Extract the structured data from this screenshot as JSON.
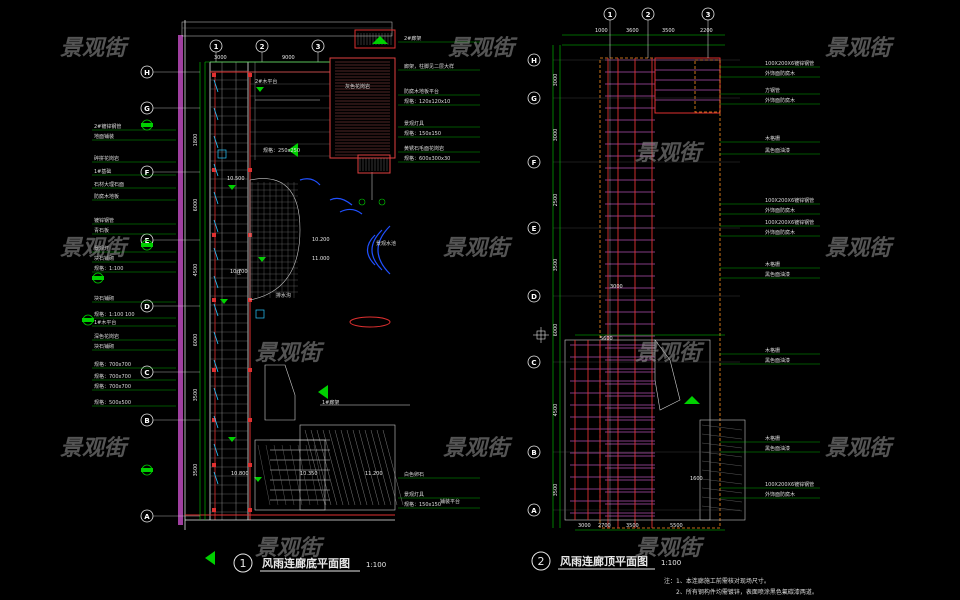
{
  "watermark": "景观街",
  "plans": [
    {
      "number": "1",
      "title": "风雨连廊底平面图",
      "scale": "1:100",
      "col_axes": [
        "1",
        "2",
        "3"
      ],
      "row_axes": [
        "A",
        "B",
        "C",
        "D",
        "E",
        "F",
        "G",
        "H"
      ],
      "dims": [
        "3000",
        "9000",
        "3500",
        "3500",
        "6000",
        "4500",
        "6000",
        "1800"
      ],
      "labels": [
        "2#镀锌钢管",
        "地面铺装",
        "碎拼花岗岩",
        "1#基础",
        "石材大理石面",
        "防腐木地板",
        "镀锌钢管",
        "青石板",
        "景观灯",
        "块石铺砌",
        "规格：1:100",
        "块石铺砌",
        "规格：1:100 100",
        "1#木平台",
        "深色花岗岩",
        "块石铺砌",
        "规格：700x700",
        "规格：700x700",
        "规格：700x700",
        "规格：500x500"
      ],
      "annotations": [
        "2#木平台",
        "规格：250x250",
        "排水沟",
        "柱",
        "灰色花岗岩",
        "1#廊架",
        "景观水池",
        "铺装平台"
      ],
      "levels": [
        "10.500",
        "10.200",
        "11.000",
        "10.700",
        "10.800",
        "10.350",
        "11.200"
      ],
      "right_labels": [
        "2#廊架",
        "廊架，柱脚见二层大样",
        "防腐木地板平台",
        "规格：120x120x10",
        "景观灯具",
        "规格：150x150",
        "黄锈石毛面花岗岩",
        "规格：600x300x30",
        "景观灯具",
        "规格：150x150",
        "白色卵石"
      ]
    },
    {
      "number": "2",
      "title": "风雨连廊顶平面图",
      "scale": "1:100",
      "col_axes": [
        "1",
        "2",
        "3"
      ],
      "row_axes": [
        "A",
        "B",
        "C",
        "D",
        "E",
        "F",
        "G",
        "H"
      ],
      "top_dims": [
        "1000",
        "3600",
        "3500",
        "2200"
      ],
      "left_dims": [
        "3500",
        "4500",
        "6000",
        "3500",
        "2500",
        "3000",
        "3000",
        "3500"
      ],
      "mid_dims": [
        "3000",
        "5600",
        "1600"
      ],
      "right_labels": [
        "100X200X6镀锌钢管",
        "外饰面防腐木",
        "方钢管",
        "外饰面防腐木",
        "木格栅",
        "黑色面油漆",
        "100X200X6镀锌钢管",
        "外饰面防腐木",
        "100X200X6镀锌钢管",
        "外饰面防腐木",
        "木格栅",
        "黑色面油漆",
        "木格栅",
        "黑色面油漆",
        "木格栅",
        "黑色面油漆",
        "100X200X6镀锌钢管",
        "外饰面防腐木"
      ],
      "bottom_dims": [
        "3000",
        "2700",
        "3500",
        "5500"
      ]
    }
  ],
  "notes": [
    "注：1、本连廊施工前需核对现场尺寸。",
    "2、所有钢构件均需镀锌，表面喷涂黑色氟碳漆两道。"
  ],
  "colors": {
    "green": "#00d000",
    "red": "#e03030",
    "white": "#e8e8e8",
    "cyan": "#28c8ff",
    "magenta": "#c060c0",
    "blue": "#2060ff",
    "orange": "#ff9020"
  }
}
